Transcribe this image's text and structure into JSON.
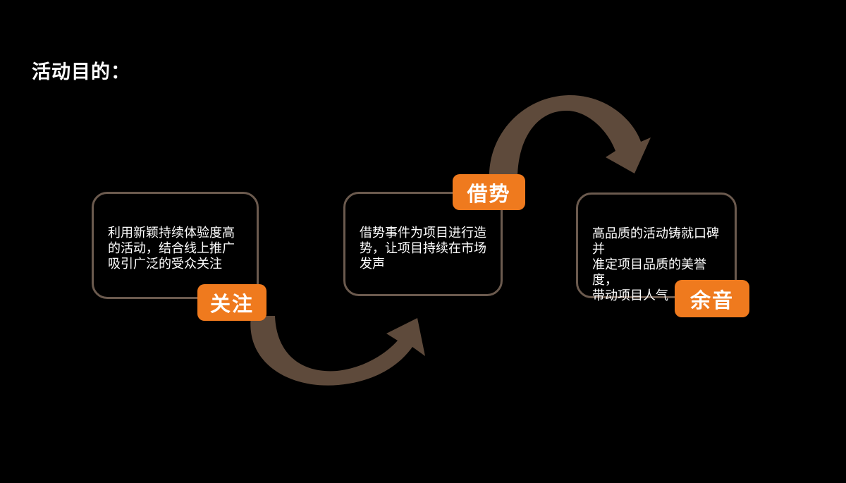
{
  "slide": {
    "title": "活动目的：",
    "steps": [
      {
        "label": "关注",
        "description": "利用新颖持续体验度高\n的活动，结合线上推广\n吸引广泛的受众关注"
      },
      {
        "label": "借势",
        "description": "借势事件为项目进行造\n势，让项目持续在市场\n发声"
      },
      {
        "label": "余音",
        "description": "高品质的活动铸就口碑并\n准定项目品质的美誉度，\n带动项目人气"
      }
    ]
  },
  "colors": {
    "bg": "#000000",
    "text": "#ffffff",
    "accent": "#ef7a1e",
    "box-border": "#6b5a4e",
    "arrow": "#5e4a3b"
  }
}
